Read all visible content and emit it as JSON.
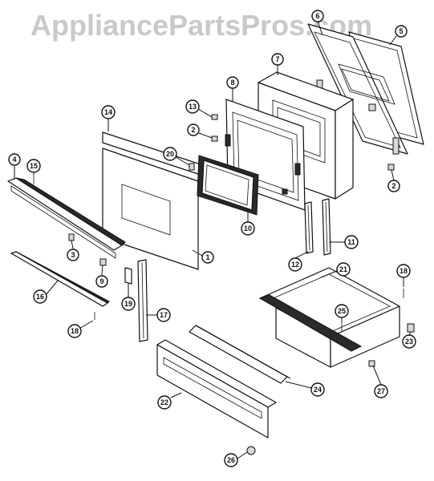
{
  "watermark": "AppliancePartsPros.com",
  "callouts": [
    {
      "id": "c6",
      "label": "6"
    },
    {
      "id": "c5",
      "label": "5"
    },
    {
      "id": "c7",
      "label": "7"
    },
    {
      "id": "c8",
      "label": "8"
    },
    {
      "id": "c13",
      "label": "13"
    },
    {
      "id": "c14",
      "label": "14"
    },
    {
      "id": "c2a",
      "label": "2"
    },
    {
      "id": "c20",
      "label": "20"
    },
    {
      "id": "c4",
      "label": "4"
    },
    {
      "id": "c15",
      "label": "15"
    },
    {
      "id": "c2b",
      "label": "2"
    },
    {
      "id": "c10",
      "label": "10"
    },
    {
      "id": "c11",
      "label": "11"
    },
    {
      "id": "c1",
      "label": "1"
    },
    {
      "id": "c3",
      "label": "3"
    },
    {
      "id": "c9",
      "label": "9"
    },
    {
      "id": "c12",
      "label": "12"
    },
    {
      "id": "c21",
      "label": "21"
    },
    {
      "id": "c18a",
      "label": "18"
    },
    {
      "id": "c16",
      "label": "16"
    },
    {
      "id": "c19",
      "label": "19"
    },
    {
      "id": "c17",
      "label": "17"
    },
    {
      "id": "c25",
      "label": "25"
    },
    {
      "id": "c18b",
      "label": "18"
    },
    {
      "id": "c23",
      "label": "23"
    },
    {
      "id": "c24",
      "label": "24"
    },
    {
      "id": "c27",
      "label": "27"
    },
    {
      "id": "c22",
      "label": "22"
    },
    {
      "id": "c26",
      "label": "26"
    }
  ]
}
